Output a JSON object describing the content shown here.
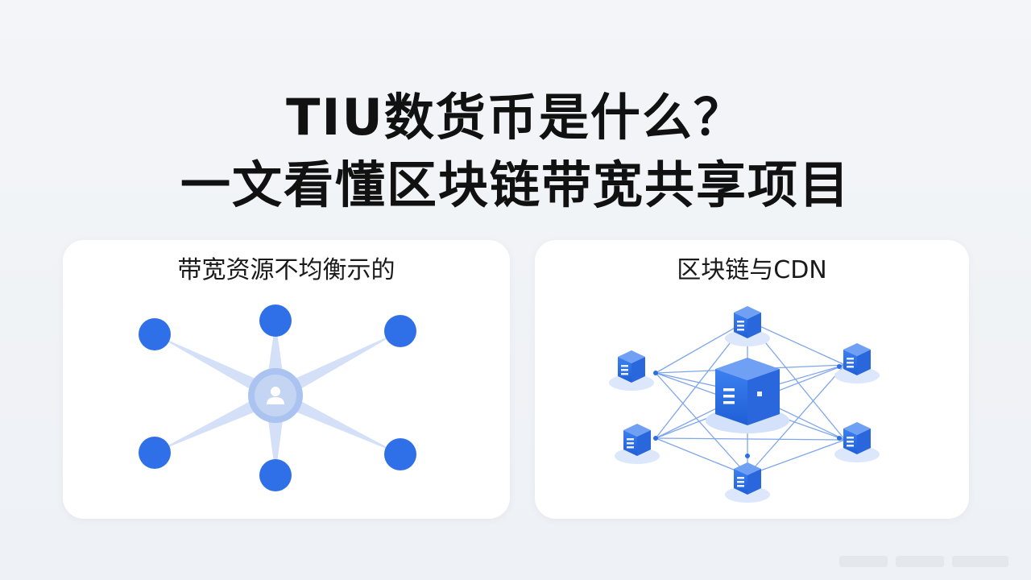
{
  "title": {
    "line1": "TIU数货币是什么？",
    "line2": "一文看懂区块链带宽共享项目"
  },
  "left_panel": {
    "heading": "带宽资源不均衡示的",
    "center_icon": "person-icon",
    "accent": "#2f6fe8",
    "ray_color": "#c9d8f5"
  },
  "right_panel": {
    "heading": "区块链与CDN",
    "center_icon": "server-cube-icon",
    "accent": "#2b6fe6",
    "line_color": "#7ea6ec"
  }
}
